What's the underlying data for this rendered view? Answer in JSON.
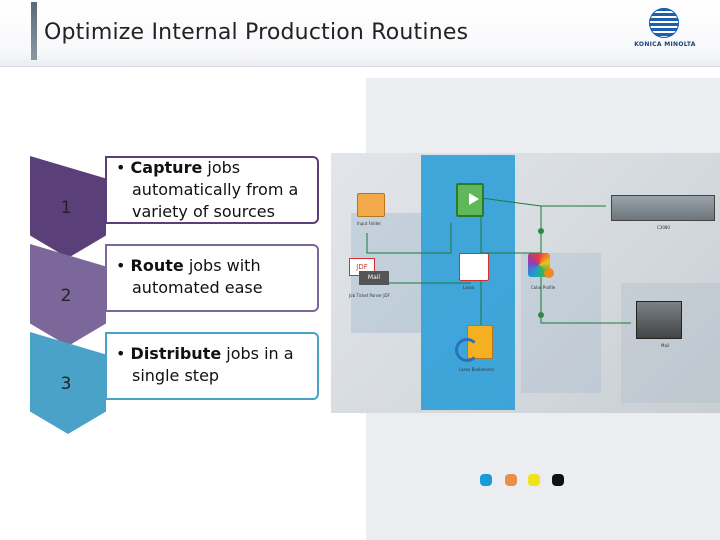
{
  "slide": {
    "title": "Optimize Internal Production Routines"
  },
  "logo": {
    "text": "KONICA MINOLTA"
  },
  "steps": [
    {
      "number": "1",
      "bold": "Capture",
      "rest_line1": " jobs",
      "rest_line2": "automatically from a",
      "rest_line3": "variety of sources",
      "color": "#5b3f78"
    },
    {
      "number": "2",
      "bold": "Route",
      "rest_line1": " jobs with",
      "rest_line2": "automated ease",
      "rest_line3": "",
      "color": "#7b679a"
    },
    {
      "number": "3",
      "bold": "Distribute",
      "rest_line1": " jobs in a",
      "rest_line2": "single step",
      "rest_line3": "",
      "color": "#4aa2c8"
    }
  ],
  "workflow": {
    "labels": {
      "input_folder": "Input Folder",
      "jdf": "Job Ticket Parser JDF",
      "c3080": "C3080",
      "color_profile": "Color Profile",
      "lasso": "Lasso",
      "bookmarks": "Lasso Bookmarks",
      "mail": "Mail",
      "jdf_badge": "JDF",
      "envelope": "Mail"
    }
  },
  "dots": [
    {
      "color": "#1a9bd8"
    },
    {
      "color": "#e8904a"
    },
    {
      "color": "#f2e21a"
    },
    {
      "color": "#111111"
    }
  ]
}
